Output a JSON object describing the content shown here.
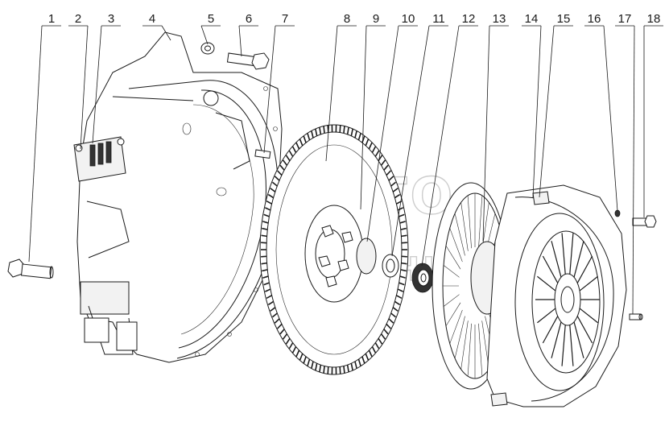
{
  "diagram": {
    "callouts": [
      {
        "number": "1"
      },
      {
        "number": "2"
      },
      {
        "number": "3"
      },
      {
        "number": "4"
      },
      {
        "number": "5"
      },
      {
        "number": "6"
      },
      {
        "number": "7"
      },
      {
        "number": "8"
      },
      {
        "number": "9"
      },
      {
        "number": "10"
      },
      {
        "number": "11"
      },
      {
        "number": "12"
      },
      {
        "number": "13"
      },
      {
        "number": "14"
      },
      {
        "number": "15"
      },
      {
        "number": "16"
      },
      {
        "number": "17"
      },
      {
        "number": "18"
      }
    ],
    "watermark": {
      "line1": "АВТО",
      "line2": "AVTO.SHI"
    }
  }
}
